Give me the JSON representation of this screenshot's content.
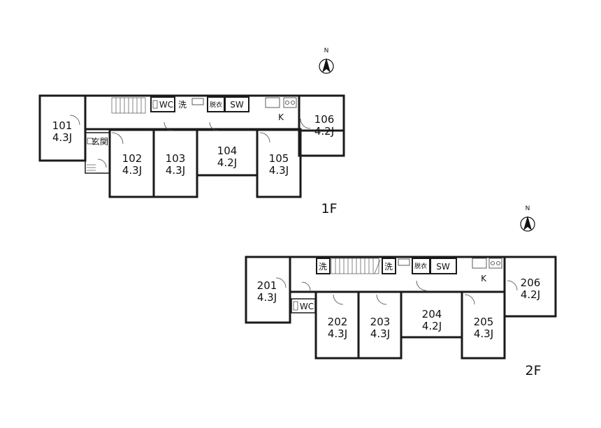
{
  "floor1": {
    "label": "1F",
    "north": "N",
    "rooms": [
      {
        "id": "101",
        "number": "101",
        "area": "4.3J"
      },
      {
        "id": "102",
        "number": "102",
        "area": "4.3J"
      },
      {
        "id": "103",
        "number": "103",
        "area": "4.3J"
      },
      {
        "id": "104",
        "number": "104",
        "area": "4.2J"
      },
      {
        "id": "105",
        "number": "105",
        "area": "4.3J"
      },
      {
        "id": "106",
        "number": "106",
        "area": "4.2J"
      }
    ],
    "facilities": {
      "wc": "WC",
      "wash": "洗",
      "dressing": "脱衣",
      "sw": "SW",
      "kitchen": "K",
      "entrance": "玄関"
    }
  },
  "floor2": {
    "label": "2F",
    "north": "N",
    "rooms": [
      {
        "id": "201",
        "number": "201",
        "area": "4.3J"
      },
      {
        "id": "202",
        "number": "202",
        "area": "4.3J"
      },
      {
        "id": "203",
        "number": "203",
        "area": "4.3J"
      },
      {
        "id": "204",
        "number": "204",
        "area": "4.2J"
      },
      {
        "id": "205",
        "number": "205",
        "area": "4.3J"
      },
      {
        "id": "206",
        "number": "206",
        "area": "4.2J"
      }
    ],
    "facilities": {
      "wc": "WC",
      "wash_left": "洗",
      "wash_right": "洗",
      "dressing": "脱衣",
      "sw": "SW",
      "kitchen": "K"
    }
  }
}
